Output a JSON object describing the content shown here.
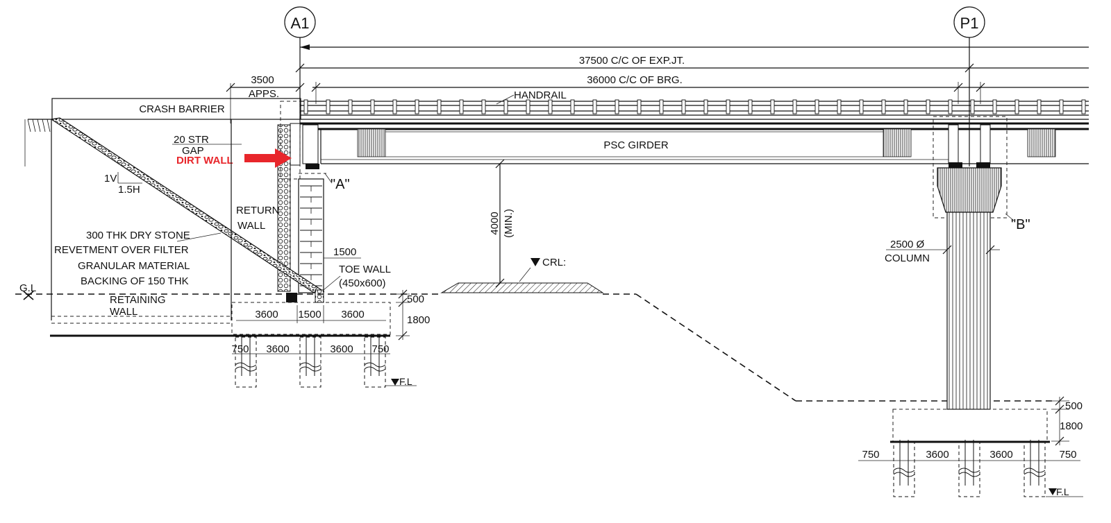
{
  "gridlines": {
    "abutment": "A1",
    "pier": "P1"
  },
  "dimensions": {
    "exp_joint": "37500 C/C OF EXP.JT.",
    "bearing": "36000 C/C OF BRG.",
    "apps_value": "3500",
    "apps_label": "APPS.",
    "clearance_value": "4000",
    "clearance_note": "(MIN.)",
    "return_wall_base": "1500",
    "abut_cap_depth": "500",
    "abut_footing_depth": "1800",
    "abut_footing_left": "3600",
    "abut_footing_mid": "1500",
    "abut_footing_right": "3600",
    "abut_pile_edge_left": "750",
    "abut_pile_spacing_1": "3600",
    "abut_pile_spacing_2": "3600",
    "abut_pile_edge_right": "750",
    "pier_cap_depth": "500",
    "pier_footing_depth": "1800",
    "pier_pile_edge_left": "750",
    "pier_pile_spacing_1": "3600",
    "pier_pile_spacing_2": "3600",
    "pier_pile_edge_right": "750"
  },
  "labels": {
    "crash_barrier": "CRASH BARRIER",
    "handrail": "HANDRAIL",
    "psc_girder": "PSC GIRDER",
    "gap_line1": "20 STR",
    "gap_line2": "GAP",
    "dirt_wall": "DIRT WALL",
    "detail_a": "\"A\"",
    "detail_b": "\"B\"",
    "slope_v": "1V",
    "slope_h": "1.5H",
    "return_wall_1": "RETURN",
    "return_wall_2": "WALL",
    "revetment_1": "300 THK DRY STONE",
    "revetment_2": "REVETMENT OVER FILTER",
    "revetment_3": "GRANULAR MATERIAL",
    "revetment_4": "BACKING OF 150 THK",
    "toe_wall": "TOE WALL",
    "toe_wall_size": "(450x600)",
    "gl": "G.L",
    "retaining_1": "RETAINING",
    "retaining_2": "WALL",
    "crl": "CRL:",
    "column_size": "2500 Ø",
    "column": "COLUMN",
    "fl": "F.L"
  },
  "colors": {
    "highlight": "#e8262b",
    "line": "#111111"
  }
}
